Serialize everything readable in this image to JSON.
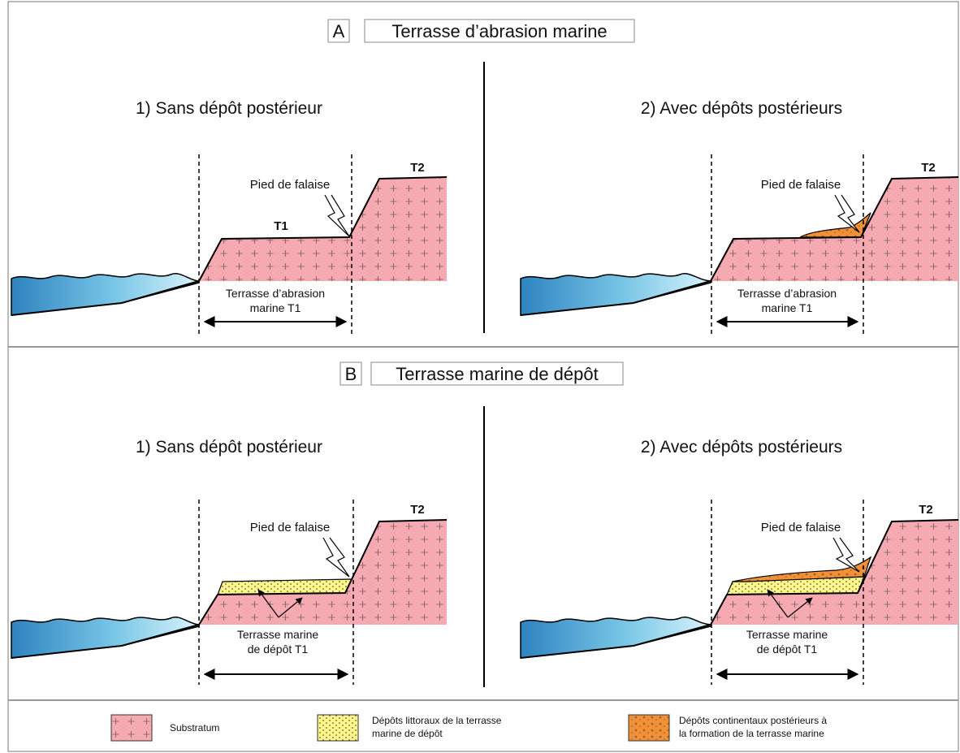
{
  "section_a": {
    "letter": "A",
    "title": "Terrasse d’abrasion marine",
    "left": {
      "subtitle": "1) Sans dépôt postérieur",
      "foot_label": "Pied de falaise",
      "t1": "T1",
      "t2": "T2",
      "terrace_label_1": "Terrasse d’abrasion",
      "terrace_label_2": "marine T1"
    },
    "right": {
      "subtitle": "2) Avec dépôts postérieurs",
      "foot_label": "Pied de falaise",
      "t2": "T2",
      "terrace_label_1": "Terrasse d’abrasion",
      "terrace_label_2": "marine T1"
    }
  },
  "section_b": {
    "letter": "B",
    "title": "Terrasse marine de dépôt",
    "left": {
      "subtitle": "1) Sans dépôt postérieur",
      "foot_label": "Pied de falaise",
      "t2": "T2",
      "terrace_label_1": "Terrasse marine",
      "terrace_label_2": "de dépôt T1"
    },
    "right": {
      "subtitle": "2) Avec dépôts postérieurs",
      "foot_label": "Pied de falaise",
      "t2": "T2",
      "terrace_label_1": "Terrasse marine",
      "terrace_label_2": "de dépôt T1"
    }
  },
  "legend": {
    "substratum": "Substratum",
    "littoral_1": "Dépôts littoraux de la terrasse",
    "littoral_2": "marine de dépôt",
    "continental_1": "Dépôts continentaux postérieurs à",
    "continental_2": "la formation de la terrasse marine"
  },
  "colors": {
    "substratum": "#f5a9b1",
    "littoral": "#fbf58a",
    "continental": "#f0913a",
    "water_dark": "#2e84c0",
    "water_light": "#d4f0fa"
  }
}
